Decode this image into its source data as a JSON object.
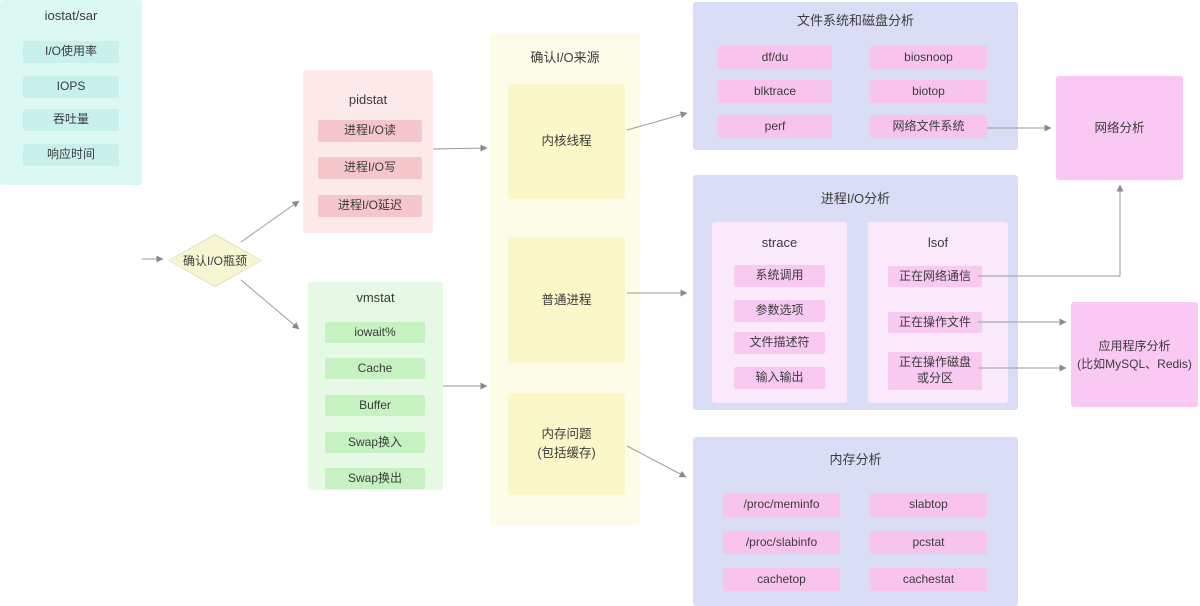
{
  "palette": {
    "cyan_panel": "#dcf8f3",
    "cyan_chip": "#c7f1ea",
    "pink_panel": "#fce9ea",
    "pink_chip": "#f5c6cb",
    "green_panel": "#e6f9e4",
    "green_chip": "#c6f1c1",
    "yellow_panel": "#fdfce9",
    "yellow_chip": "#faf7c8",
    "diamond": "#f6f6d3",
    "purple_panel": "#d9ddf6",
    "magenta_chip": "#f8c4ee",
    "lavender_subpanel": "#fae9fb",
    "rose_box": "#f9c9f4",
    "arrow": "#979797",
    "text": "#3b3b3b"
  },
  "iostat_panel": {
    "title": "iostat/sar",
    "items": [
      "I/O使用率",
      "IOPS",
      "吞吐量",
      "响应时间"
    ]
  },
  "decision": {
    "label": "确认I/O瓶颈"
  },
  "pidstat_panel": {
    "title": "pidstat",
    "items": [
      "进程I/O读",
      "进程I/O写",
      "进程I/O延迟"
    ]
  },
  "vmstat_panel": {
    "title": "vmstat",
    "items": [
      "iowait%",
      "Cache",
      "Buffer",
      "Swap换入",
      "Swap换出"
    ]
  },
  "io_source_panel": {
    "title": "确认I/O来源",
    "nodes": [
      "内核线程",
      "普通进程",
      "内存问题\n(包括缓存)"
    ]
  },
  "fs_disk_panel": {
    "title": "文件系统和磁盘分析",
    "buttons": [
      "df/du",
      "biosnoop",
      "blktrace",
      "biotop",
      "perf",
      "网络文件系统"
    ]
  },
  "process_io_panel": {
    "title": "进程I/O分析",
    "strace": {
      "title": "strace",
      "items": [
        "系统调用",
        "参数选项",
        "文件描述符",
        "输入输出"
      ]
    },
    "lsof": {
      "title": "lsof",
      "items": [
        "正在网络通信",
        "正在操作文件",
        "正在操作磁盘\n或分区"
      ]
    }
  },
  "memory_panel": {
    "title": "内存分析",
    "buttons": [
      "/proc/meminfo",
      "slabtop",
      "/proc/slabinfo",
      "pcstat",
      "cachetop",
      "cachestat"
    ]
  },
  "network_box": {
    "label": "网络分析"
  },
  "app_box": {
    "label": "应用程序分析\n(比如MySQL、Redis)"
  }
}
